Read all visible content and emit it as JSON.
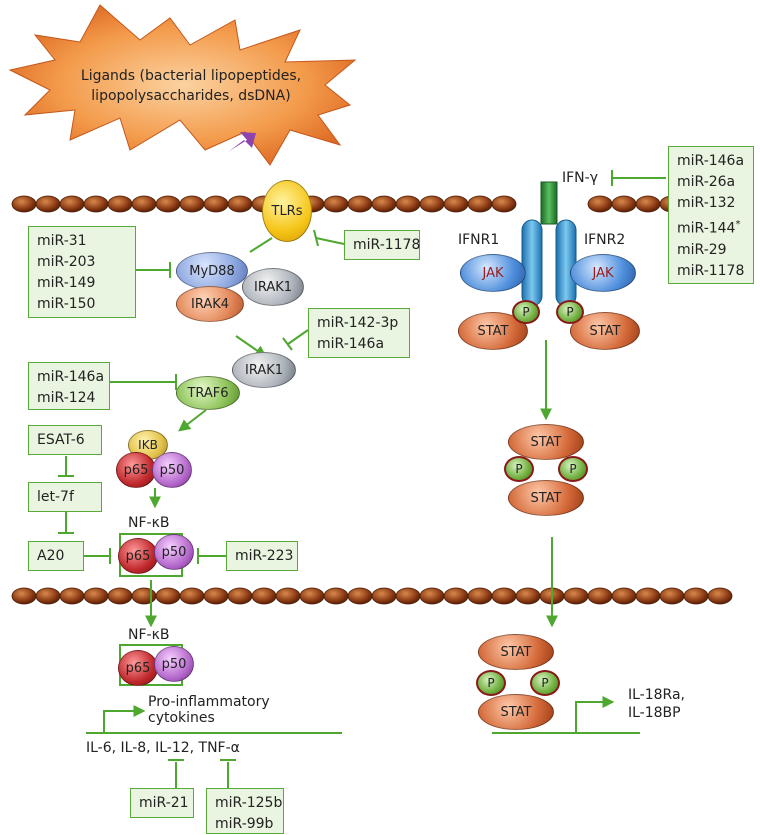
{
  "ligand_text": [
    "Ligands (bacterial lipopeptides,",
    "lipopolysaccharides, dsDNA)"
  ],
  "receptors": {
    "tlrs": "TLRs",
    "ifnr1": "IFNR1",
    "ifnr2": "IFNR2",
    "ifn_gamma": "IFN-γ"
  },
  "tlr_pathway": {
    "myd88": "MyD88",
    "irak1": "IRAK1",
    "irak4": "IRAK4",
    "irak1_b": "IRAK1",
    "traf6": "TRAF6",
    "ikb": "IKB",
    "p65": "p65",
    "p50": "p50",
    "nfkb": "NF-κB",
    "nfkb_2": "NF-κB",
    "esat6": "ESAT-6",
    "let7f": "let-7f",
    "a20": "A20",
    "pro_inflammatory": [
      "Pro-inflammatory",
      "cytokines"
    ],
    "cytokines": "IL-6, IL-8, IL-12, TNF-α"
  },
  "ifn_pathway": {
    "jak": "JAK",
    "stat": "STAT",
    "p": "P",
    "targets": [
      "IL-18Ra,",
      "IL-18BP"
    ]
  },
  "mirna_boxes": {
    "tlr_adaptor": [
      "miR-31",
      "miR-203",
      "miR-149",
      "miR-150"
    ],
    "tlr": [
      "miR-1178"
    ],
    "irak": [
      "miR-142-3p",
      "miR-146a"
    ],
    "traf6": [
      "miR-146a",
      "miR-124"
    ],
    "nfkb": [
      "miR-223"
    ],
    "il_cytokines": [
      "miR-21"
    ],
    "tnf": [
      "miR-125b",
      "miR-99b"
    ],
    "ifn": [
      "miR-146a",
      "miR-26a",
      "miR-132",
      "miR-144",
      "miR-29",
      "miR-1178"
    ],
    "ifn_superscript": "*"
  },
  "colors": {
    "inhibition_line": "#4ea72e",
    "box_fill": "#e9f5e1",
    "ligand_arrow": "#8e44ad",
    "membrane": "#8a4a1e",
    "ligand_burst": "#e87a2a",
    "tlrs": "#f5c518",
    "receptor": "#3d9ed8",
    "ifn_ligand": "#2d8a3a",
    "jak": "#3f7fd0",
    "stat": "#c2542a"
  }
}
